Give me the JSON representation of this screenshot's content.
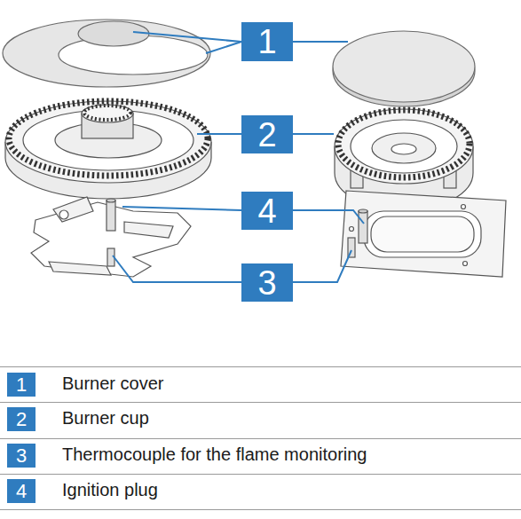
{
  "diagram": {
    "nodes": [
      {
        "text": [
          "1"
        ]
      },
      {
        "text": [
          "2"
        ]
      },
      {
        "text": [
          "4"
        ]
      },
      {
        "text": [
          "3"
        ]
      },
      {
        "text": [
          "1"
        ]
      },
      {
        "text": [
          "2"
        ]
      },
      {
        "text": [
          "3"
        ]
      },
      {
        "text": [
          "4"
        ]
      }
    ],
    "labels": [
      "Burner cover",
      "Burner cup",
      "Thermocouple for the flame monitoring",
      "Ignition plug"
    ]
  }
}
